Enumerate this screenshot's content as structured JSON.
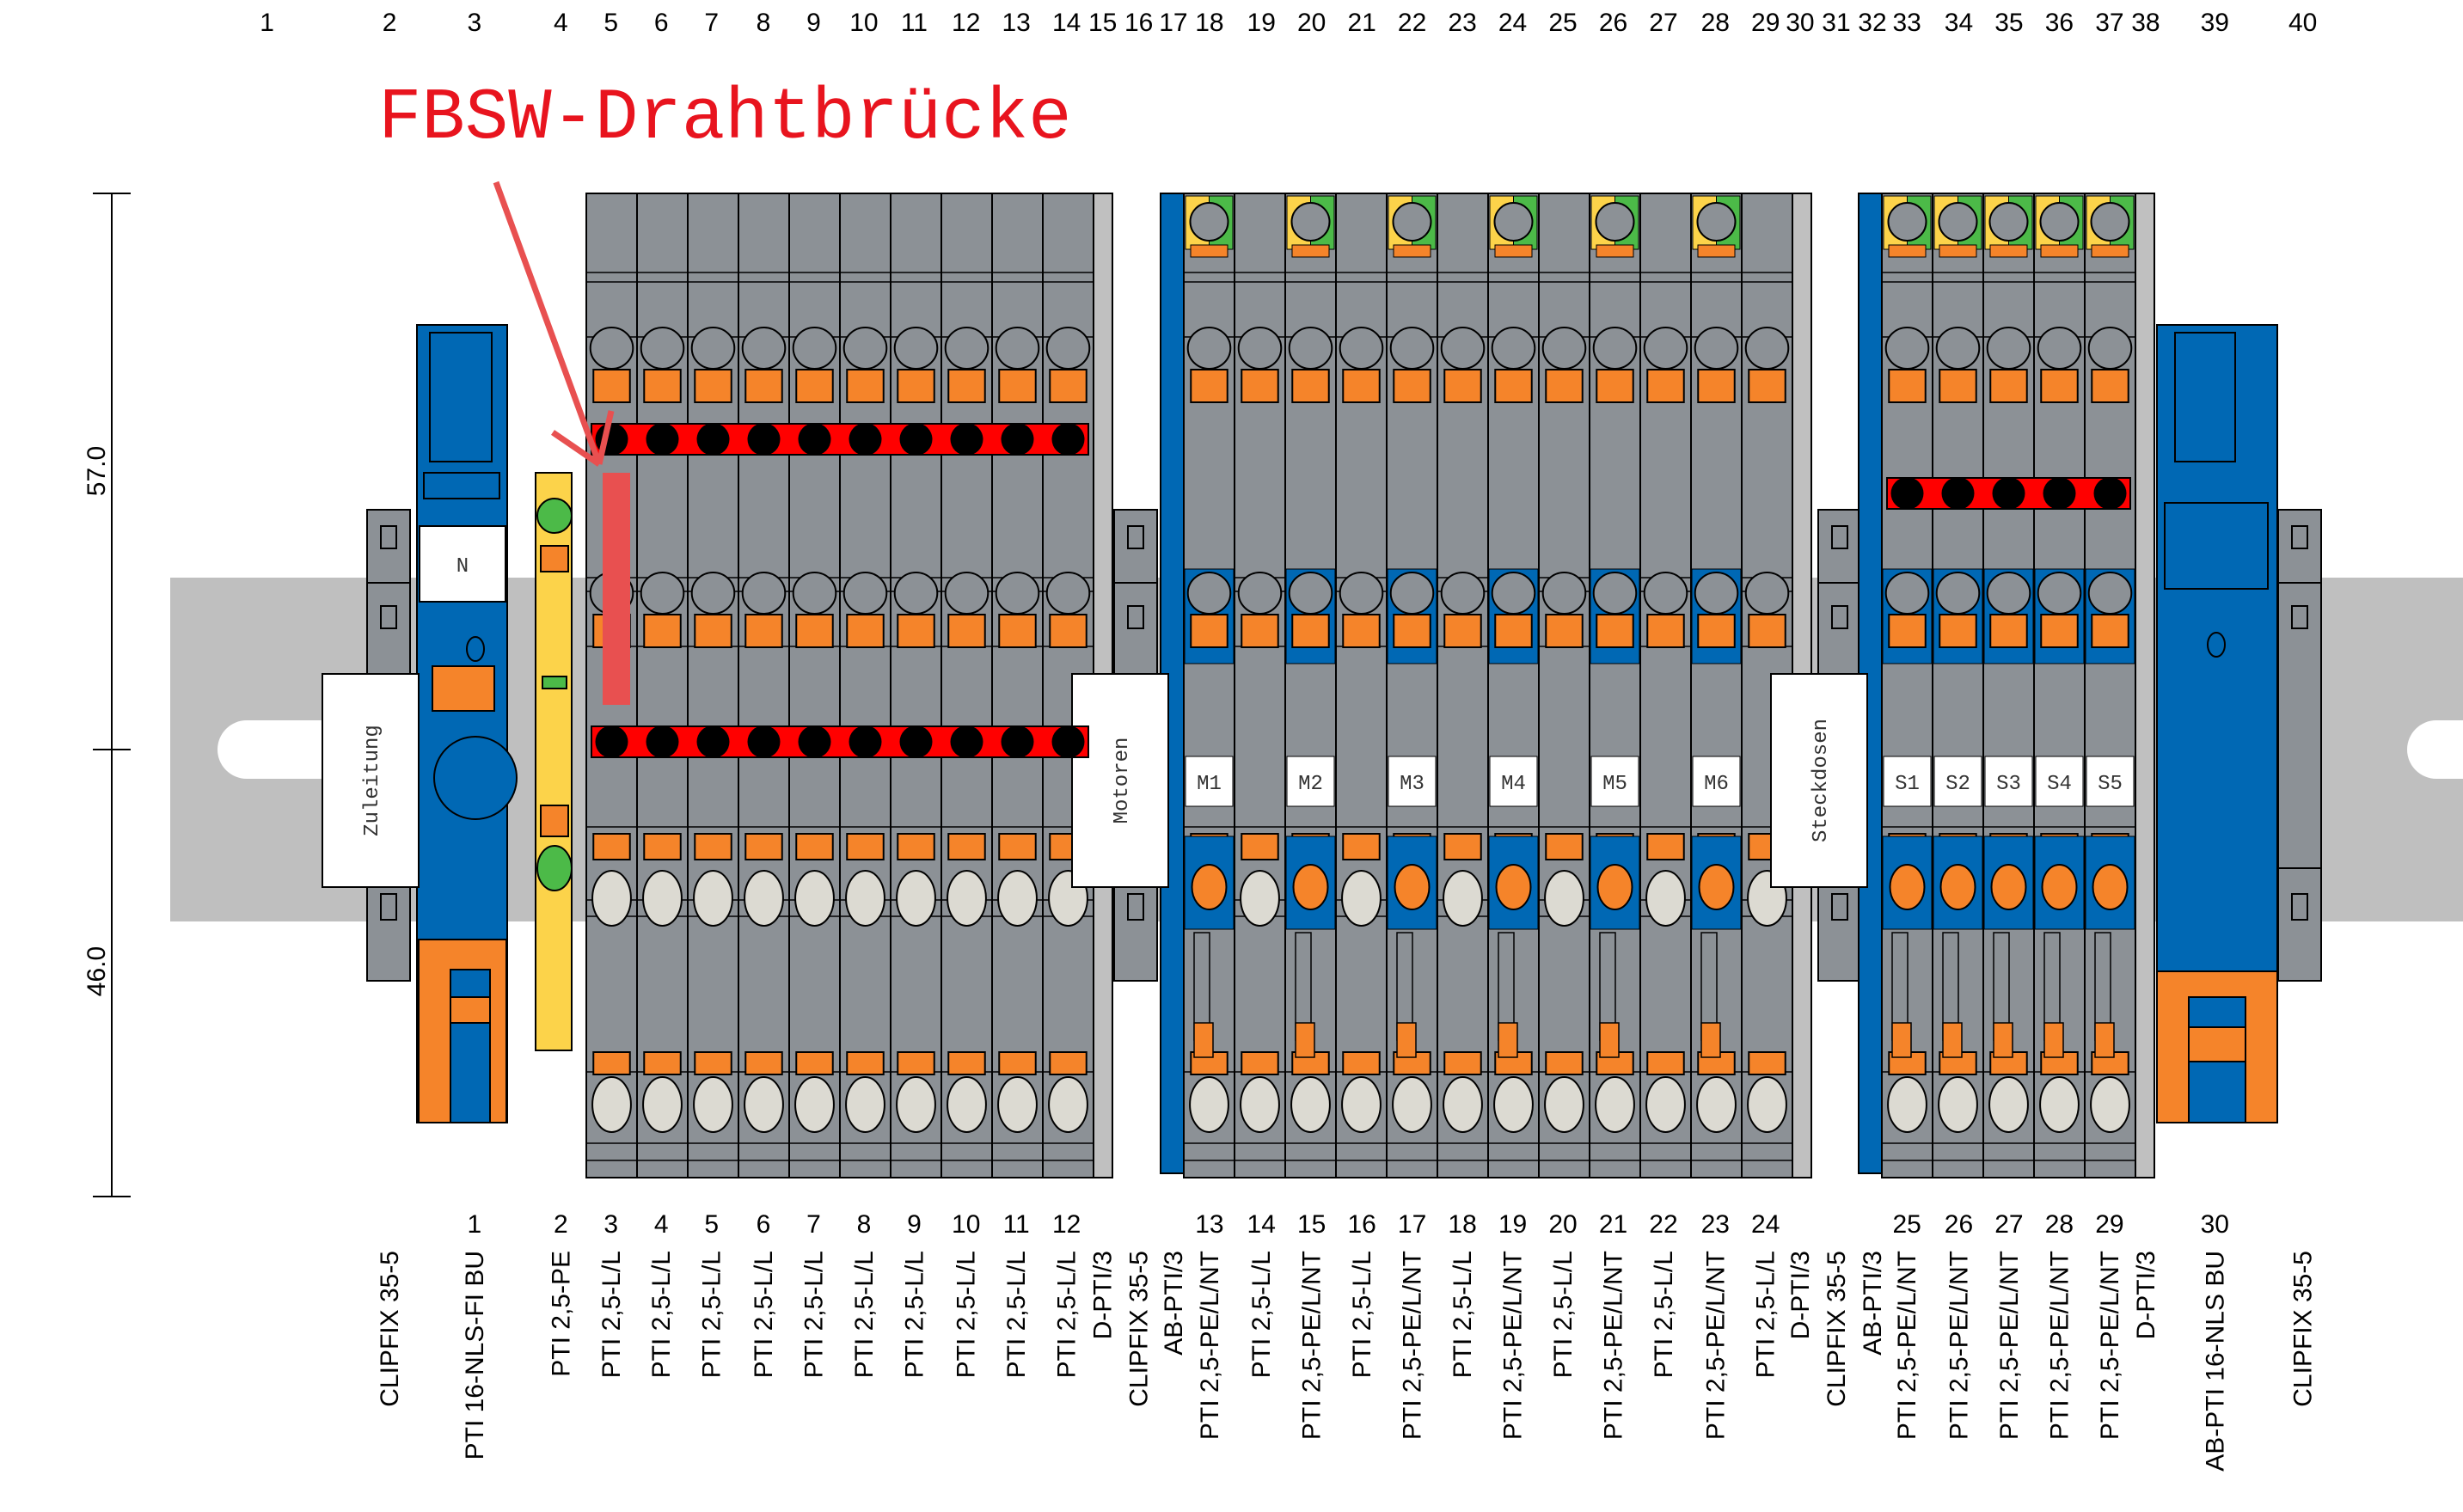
{
  "annotation": {
    "title": "FBSW-Drahtbrücke",
    "color": "#e8141e",
    "arrow_color": "#e85050"
  },
  "dimensions": {
    "upper": "57.0",
    "lower": "46.0"
  },
  "colors": {
    "housing_gray": "#8c9196",
    "light_gray": "#c0c0c0",
    "rail_gray": "#bfbfbf",
    "blue": "#0068b4",
    "orange": "#f5842a",
    "yellow": "#fcd34a",
    "green": "#4cba48",
    "bridge_red": "#ff0000",
    "white": "#ffffff",
    "cream": "#dcdad2"
  },
  "top_ruler": [
    "1",
    "2",
    "3",
    "4",
    "5",
    "6",
    "7",
    "8",
    "9",
    "10",
    "11",
    "12",
    "13",
    "14",
    "15",
    "16",
    "17",
    "18",
    "19",
    "20",
    "21",
    "22",
    "23",
    "24",
    "25",
    "26",
    "27",
    "28",
    "29",
    "30",
    "31",
    "32",
    "33",
    "34",
    "35",
    "36",
    "37",
    "38",
    "39",
    "40"
  ],
  "marker_labels": {
    "zuleitung": "Zuleitung",
    "motoren": "Motoren",
    "steckdosen": "Steckdosen",
    "n": "N"
  },
  "motor_labels": [
    "M1",
    "M2",
    "M3",
    "M4",
    "M5",
    "M6"
  ],
  "socket_labels": [
    "S1",
    "S2",
    "S3",
    "S4",
    "S5"
  ],
  "bottom_items": [
    {
      "number": "",
      "type": "CLIPFIX 35-5"
    },
    {
      "number": "1",
      "type": "PTI 16-NLS-FI BU"
    },
    {
      "number": "2",
      "type": "PTI 2,5-PE"
    },
    {
      "number": "3",
      "type": "PTI 2,5-L/L"
    },
    {
      "number": "4",
      "type": "PTI 2,5-L/L"
    },
    {
      "number": "5",
      "type": "PTI 2,5-L/L"
    },
    {
      "number": "6",
      "type": "PTI 2,5-L/L"
    },
    {
      "number": "7",
      "type": "PTI 2,5-L/L"
    },
    {
      "number": "8",
      "type": "PTI 2,5-L/L"
    },
    {
      "number": "9",
      "type": "PTI 2,5-L/L"
    },
    {
      "number": "10",
      "type": "PTI 2,5-L/L"
    },
    {
      "number": "11",
      "type": "PTI 2,5-L/L"
    },
    {
      "number": "12",
      "type": "PTI 2,5-L/L"
    },
    {
      "number": "",
      "type": "D-PTI/3"
    },
    {
      "number": "",
      "type": "CLIPFIX 35-5"
    },
    {
      "number": "",
      "type": "AB-PTI/3"
    },
    {
      "number": "13",
      "type": "PTI 2,5-PE/L/NT"
    },
    {
      "number": "14",
      "type": "PTI 2,5-L/L"
    },
    {
      "number": "15",
      "type": "PTI 2,5-PE/L/NT"
    },
    {
      "number": "16",
      "type": "PTI 2,5-L/L"
    },
    {
      "number": "17",
      "type": "PTI 2,5-PE/L/NT"
    },
    {
      "number": "18",
      "type": "PTI 2,5-L/L"
    },
    {
      "number": "19",
      "type": "PTI 2,5-PE/L/NT"
    },
    {
      "number": "20",
      "type": "PTI 2,5-L/L"
    },
    {
      "number": "21",
      "type": "PTI 2,5-PE/L/NT"
    },
    {
      "number": "22",
      "type": "PTI 2,5-L/L"
    },
    {
      "number": "23",
      "type": "PTI 2,5-PE/L/NT"
    },
    {
      "number": "24",
      "type": "PTI 2,5-L/L"
    },
    {
      "number": "",
      "type": "D-PTI/3"
    },
    {
      "number": "",
      "type": "CLIPFIX 35-5"
    },
    {
      "number": "",
      "type": "AB-PTI/3"
    },
    {
      "number": "25",
      "type": "PTI 2,5-PE/L/NT"
    },
    {
      "number": "26",
      "type": "PTI 2,5-PE/L/NT"
    },
    {
      "number": "27",
      "type": "PTI 2,5-PE/L/NT"
    },
    {
      "number": "28",
      "type": "PTI 2,5-PE/L/NT"
    },
    {
      "number": "29",
      "type": "PTI 2,5-PE/L/NT"
    },
    {
      "number": "",
      "type": "D-PTI/3"
    },
    {
      "number": "30",
      "type": "AB-PTI 16-NLS BU"
    },
    {
      "number": "",
      "type": "CLIPFIX 35-5"
    }
  ]
}
